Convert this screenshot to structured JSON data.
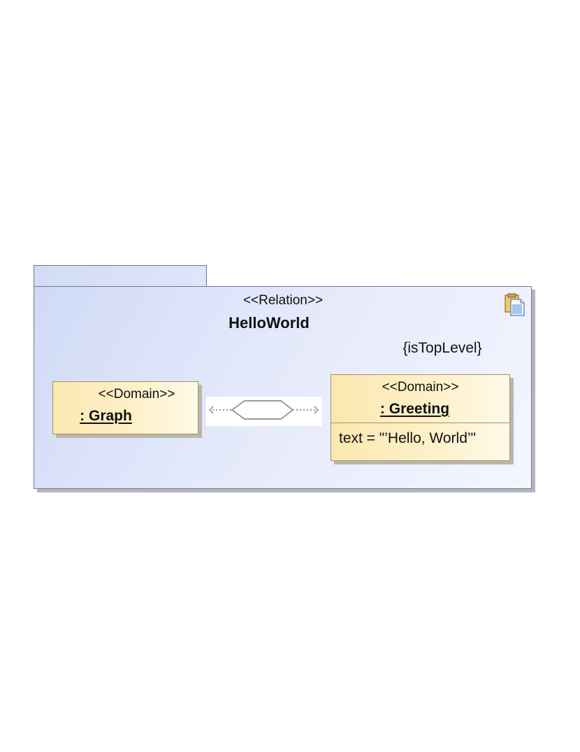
{
  "relation": {
    "stereotype": "<<Relation>>",
    "name": "HelloWorld",
    "constraint": "{isTopLevel}"
  },
  "domains": [
    {
      "stereotype": "<<Domain>>",
      "name": ": Graph"
    },
    {
      "stereotype": "<<Domain>>",
      "name": ": Greeting",
      "attribute": "text = \"’Hello, World’\""
    }
  ],
  "icons": {
    "package_icon": "document-copy-icon",
    "connector": "relation-domain-connector"
  },
  "colors": {
    "package_fill": "#dde4f9",
    "package_border": "#6f7791",
    "domain_fill": "#fdf0c9",
    "domain_border": "#a8925c"
  }
}
